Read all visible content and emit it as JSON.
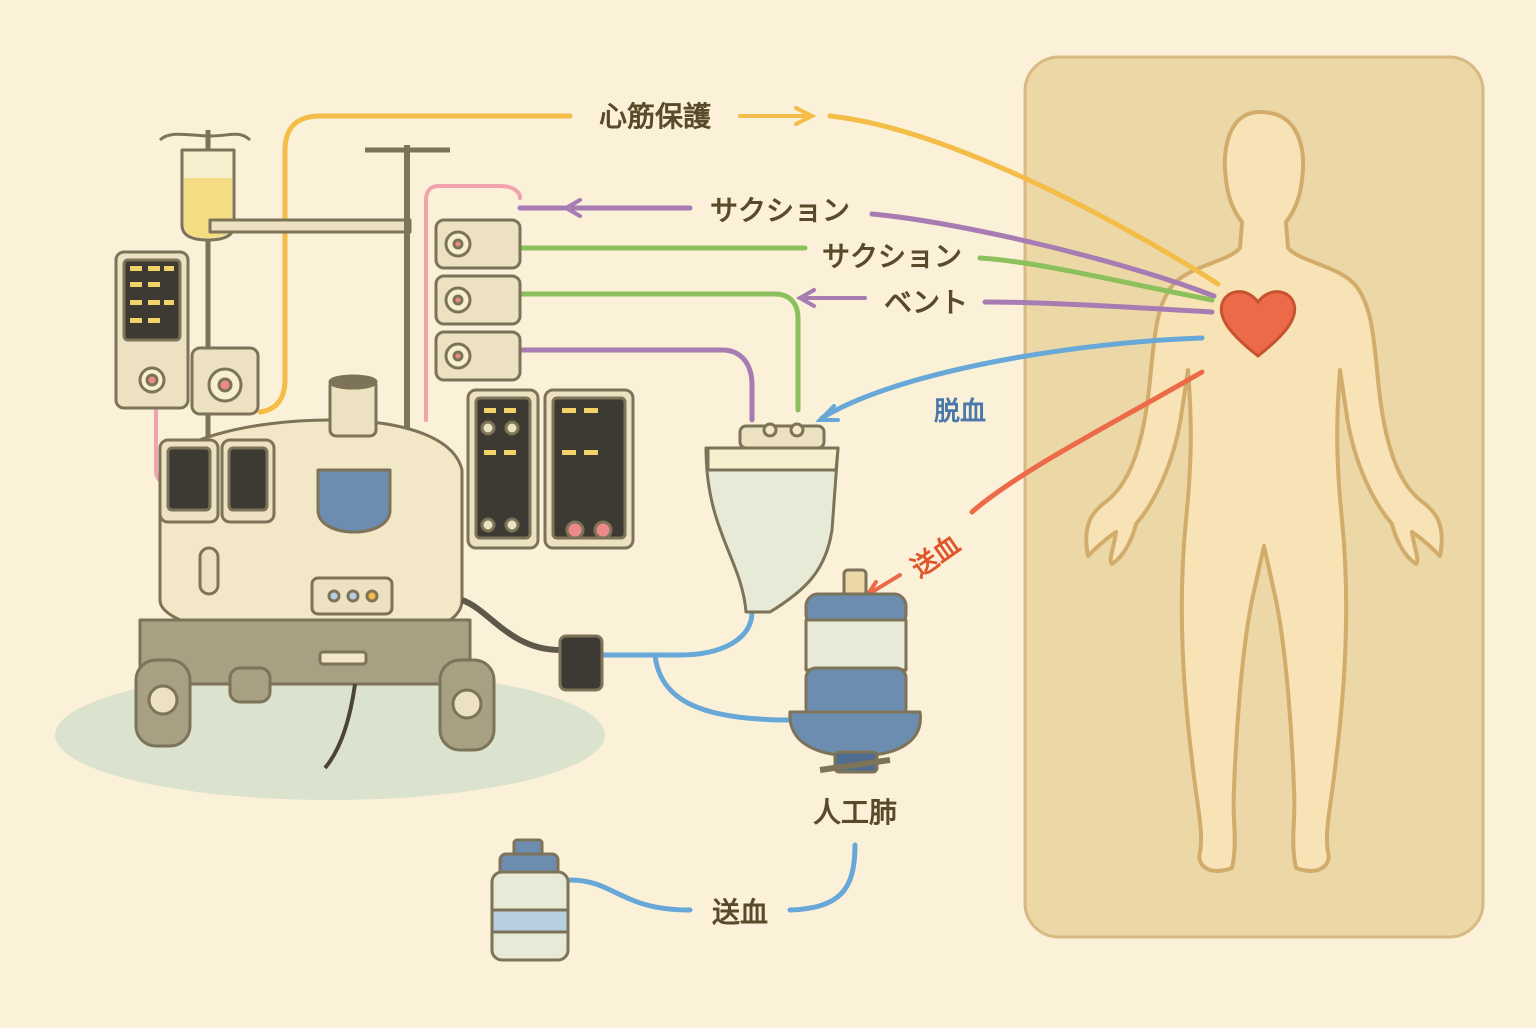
{
  "labels": {
    "cardioplegia": "心筋保護",
    "suction_1": "サクション",
    "suction_2": "サクション",
    "vent": "ベント",
    "venous_drainage": "脱血",
    "arterial_return_patient": "送血",
    "oxygenator": "人工肺",
    "arterial_return_bottom": "送血"
  },
  "colors": {
    "background": "#fbf1d8",
    "bed": "#ecd7a6",
    "body_outline": "#d2ac6b",
    "heart": "#ec6a48",
    "cardioplegia_line": "#f3bd48",
    "suction_line_1": "#a77cb2",
    "suction_line_2": "#8cc05c",
    "vent_line": "#a77cb2",
    "venous_line": "#68a8d8",
    "arterial_line": "#ec6a48",
    "machine_body": "#f2e7c6",
    "machine_dark": "#7d7358",
    "panel": "#3d3a33",
    "blue_accent": "#6d8db0"
  },
  "icons": [
    "heart-icon",
    "human-body-icon",
    "heart-lung-machine-icon",
    "reservoir-icon",
    "oxygenator-icon",
    "iv-bag-icon",
    "bottle-icon"
  ]
}
